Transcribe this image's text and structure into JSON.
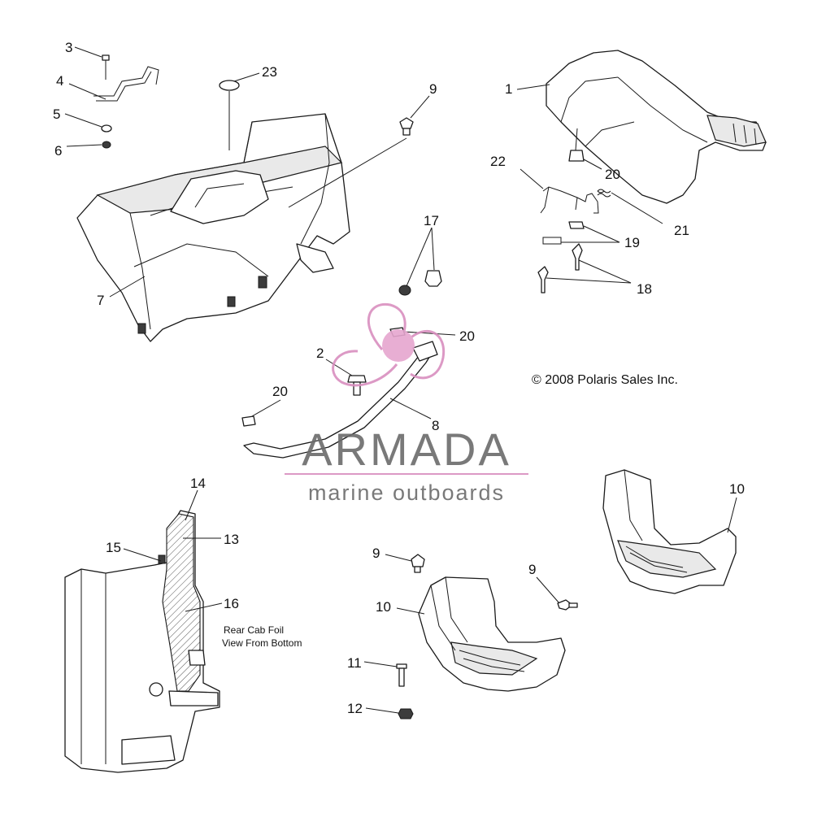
{
  "copyright": "© 2008 Polaris Sales Inc.",
  "view_note": [
    "Rear Cab Foil",
    "View From Bottom"
  ],
  "watermark": {
    "brand": "ARMADA",
    "tagline": "marine outboards",
    "text_color": "#6b6b6b",
    "accent_color": "#d98fbf"
  },
  "callouts": [
    "1",
    "2",
    "3",
    "4",
    "5",
    "6",
    "7",
    "8",
    "9",
    "9",
    "9",
    "10",
    "10",
    "11",
    "12",
    "13",
    "14",
    "15",
    "16",
    "17",
    "18",
    "19",
    "20",
    "20",
    "20",
    "21",
    "22",
    "23"
  ]
}
